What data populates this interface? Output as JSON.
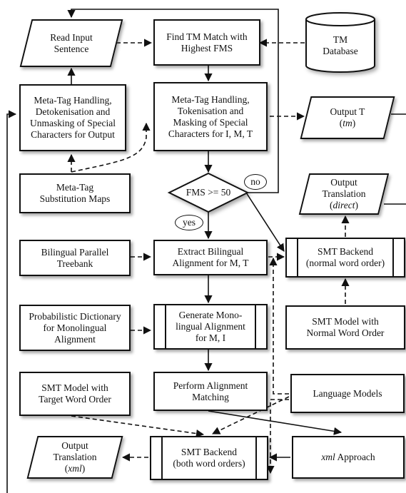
{
  "nodes": {
    "read_input": "Read Input\nSentence",
    "find_tm": "Find TM Match with\nHighest FMS",
    "tm_database": "TM\nDatabase",
    "meta_detok": "Meta-Tag Handling,\nDetokenisation and\nUnmasking of Special\nCharacters for Output",
    "meta_tok": "Meta-Tag Handling,\nTokenisation and\nMasking of Special\nCharacters for I, M, T",
    "output_t_label": "Output T",
    "output_t_sub": "tm",
    "meta_maps": "Meta-Tag\nSubstitution Maps",
    "fms_decision": "FMS >= 50",
    "no_label": "no",
    "yes_label": "yes",
    "output_direct_label": "Output\nTranslation",
    "output_direct_sub": "direct",
    "bilingual_treebank": "Bilingual Parallel\nTreebank",
    "extract_alignment": "Extract Bilingual\nAlignment for M, T",
    "smt_normal": "SMT Backend\n(normal word order)",
    "prob_dict": "Probabilistic Dictionary\nfor Monolingual\nAlignment",
    "generate_mono": "Generate Mono-\nlingual Alignment\nfor M, I",
    "smt_model_normal": "SMT Model with\nNormal Word Order",
    "smt_model_target": "SMT Model with\nTarget Word Order",
    "perform_matching": "Perform Alignment\nMatching",
    "language_models": "Language Models",
    "output_xml_label": "Output\nTranslation",
    "output_xml_sub": "xml",
    "smt_both": "SMT Backend\n(both word orders)",
    "xml_approach_em": "xml",
    "xml_approach_rest": " Approach"
  }
}
